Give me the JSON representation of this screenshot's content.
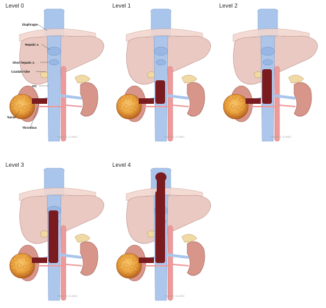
{
  "panels": [
    {
      "title": "Level 0",
      "thrombus_level": 0,
      "watermark": "©MAYO CLINIC"
    },
    {
      "title": "Level 1",
      "thrombus_level": 1,
      "watermark": "©MAYO CLINIC"
    },
    {
      "title": "Level 2",
      "thrombus_level": 2,
      "watermark": "©MAYO CLINIC"
    },
    {
      "title": "Level 3",
      "thrombus_level": 3,
      "watermark": "©MAYO CLINIC"
    },
    {
      "title": "Level 4",
      "thrombus_level": 4,
      "watermark": "©MAYO CLINIC"
    }
  ],
  "labels": {
    "diaphragm": "Diaphragm",
    "hepatic": "Hepatic v.",
    "short_hepatic": "Short hepatic v.",
    "caudate": "Caudate lobe",
    "ivc": "IVC",
    "tumor": "Tumor",
    "thrombus": "Thrombus"
  },
  "colors": {
    "liver": "#e9c9c2",
    "diaphragm": "#f2d6cf",
    "vein": "#a9c5ec",
    "artery": "#ef9a9a",
    "kidney": "#d8958a",
    "adrenal": "#f1d9a4",
    "tumor": "#e9a23c",
    "thrombus": "#7a1b1f"
  }
}
